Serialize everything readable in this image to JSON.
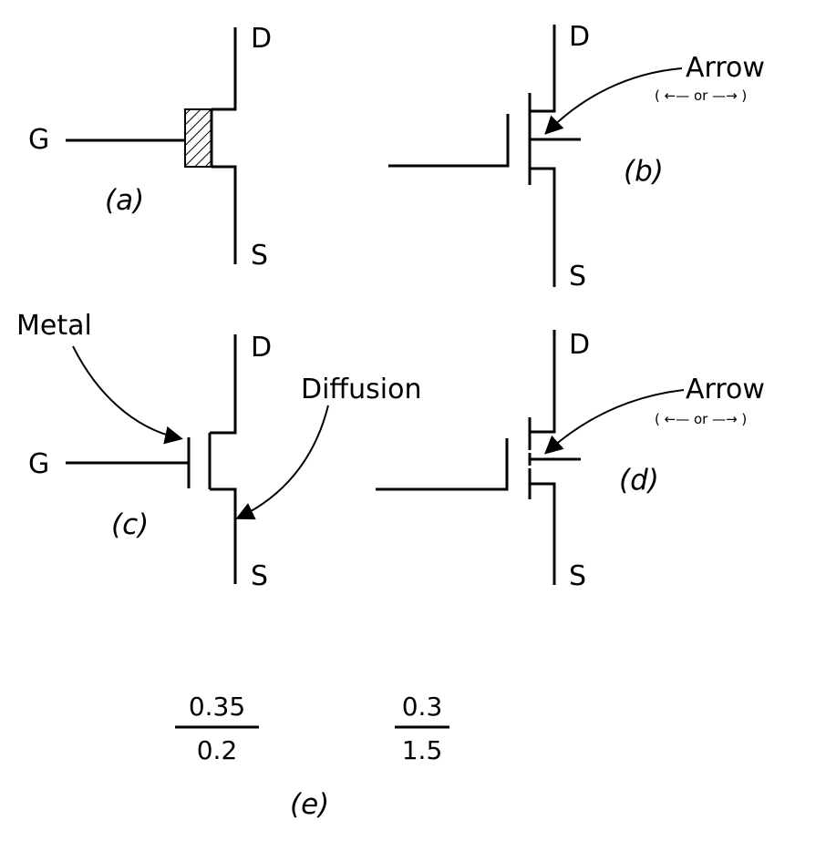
{
  "transistor_a": {
    "drain": "D",
    "gate": "G",
    "source": "S",
    "caption": "(a)"
  },
  "transistor_b": {
    "drain": "D",
    "source": "S",
    "caption": "(b)",
    "arrow_label": "Arrow",
    "arrow_note": "( ←— or —→ )"
  },
  "transistor_c": {
    "drain": "D",
    "gate": "G",
    "source": "S",
    "caption": "(c)",
    "metal_label": "Metal",
    "diffusion_label": "Diffusion"
  },
  "transistor_d": {
    "drain": "D",
    "source": "S",
    "caption": "(d)",
    "arrow_label": "Arrow",
    "arrow_note": "( ←— or —→ )"
  },
  "sizing_e": {
    "caption": "(e)",
    "ratio1": {
      "numerator": "0.35",
      "denominator": "0.2"
    },
    "ratio2": {
      "numerator": "0.3",
      "denominator": "1.5"
    }
  }
}
